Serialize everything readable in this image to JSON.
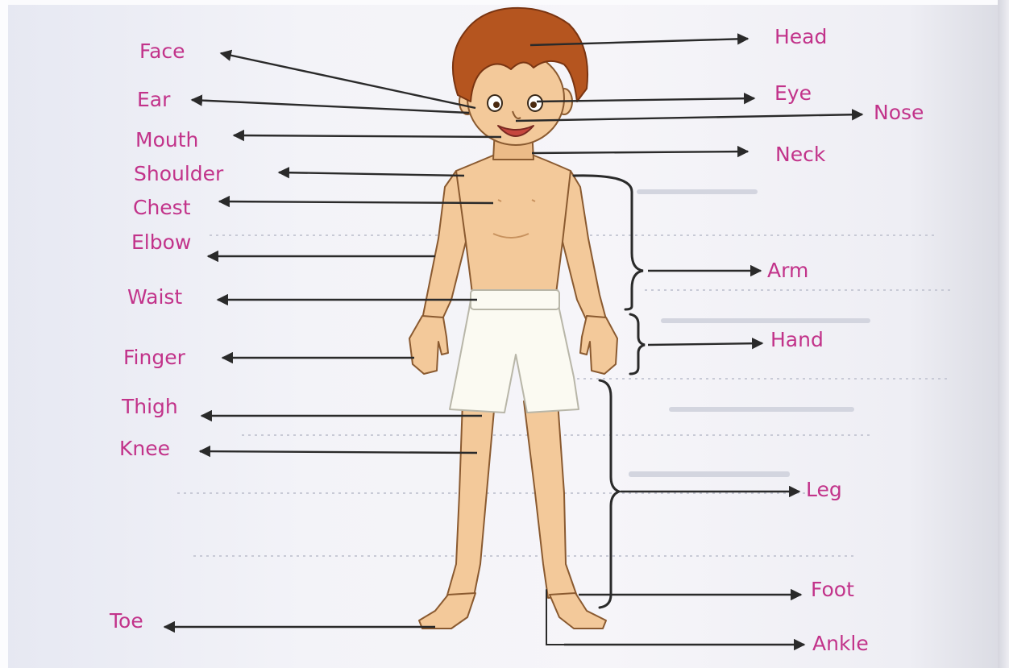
{
  "diagram": {
    "colors": {
      "label": "#c2338a",
      "arrow": "#2a2a2a",
      "skin": "#f3c99a",
      "hair": "#b5551f",
      "shorts": "#fbfaf2"
    },
    "labels": {
      "head": "Head",
      "face": "Face",
      "ear": "Ear",
      "eye": "Eye",
      "nose": "Nose",
      "mouth": "Mouth",
      "neck": "Neck",
      "shoulder": "Shoulder",
      "chest": "Chest",
      "elbow": "Elbow",
      "waist": "Waist",
      "arm": "Arm",
      "hand": "Hand",
      "finger": "Finger",
      "thigh": "Thigh",
      "knee": "Knee",
      "leg": "Leg",
      "foot": "Foot",
      "toe": "Toe",
      "ankle": "Ankle"
    }
  }
}
